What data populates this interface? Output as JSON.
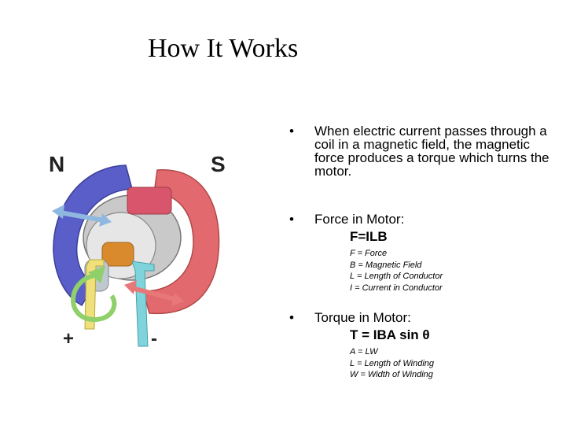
{
  "slide": {
    "title": "How It Works"
  },
  "figure": {
    "north_label": "N",
    "south_label": "S",
    "plus_label": "+",
    "minus_label": "-",
    "colors": {
      "north_magnet": "#5a5ec8",
      "south_magnet": "#e26a6e",
      "coil": "#d98a2c",
      "field_arrow": "#8fb8e0",
      "force_arrow": "#e87878",
      "rotation_arrow": "#8fd06a",
      "positive_lead": "#efe07a",
      "negative_lead": "#7fd4dc"
    }
  },
  "bullets": [
    {
      "marker": "•",
      "text": "When electric current passes through a coil in a magnetic field, the magnetic force produces a torque which turns the motor."
    },
    {
      "marker": "•",
      "text": "Force in Motor:",
      "formula": "F=ILB",
      "definitions": [
        "F = Force",
        "B = Magnetic Field",
        "L = Length of Conductor",
        "I = Current in Conductor"
      ]
    },
    {
      "marker": "•",
      "text": "Torque in Motor:",
      "formula": "T = IBA sin θ",
      "definitions": [
        "A = LW",
        "L = Length of Winding",
        "W = Width of Winding"
      ]
    }
  ]
}
